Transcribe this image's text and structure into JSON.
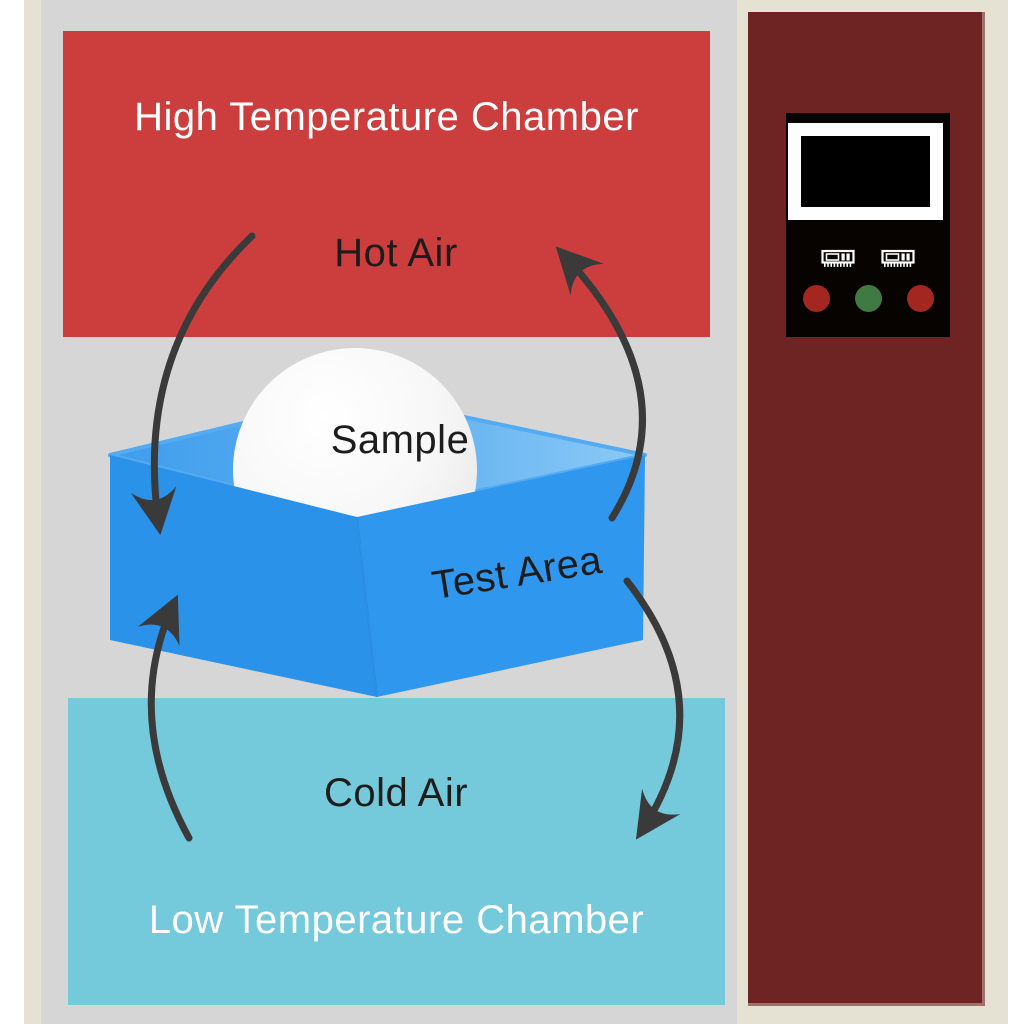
{
  "diagram": {
    "high_chamber": {
      "label": "High Temperature Chamber"
    },
    "hot_air": {
      "label": "Hot Air"
    },
    "sample": {
      "label": "Sample"
    },
    "test_area": {
      "label": "Test Area"
    },
    "cold_air": {
      "label": "Cold Air"
    },
    "low_chamber": {
      "label": "Low Temperature Chamber"
    }
  },
  "control_tower": {
    "screen_content": "",
    "icons": [
      "memory-chip-icon",
      "memory-chip-icon"
    ],
    "buttons": [
      "red",
      "green",
      "red"
    ]
  },
  "colors": {
    "page_bg": "#ffffff",
    "paper": "#e5e2d3",
    "diagram_bg": "#d6d6d6",
    "red_chamber": "#cc3e3e",
    "cold_chamber": "#74c9da",
    "box_front_left": "#2b92e9",
    "box_front_right": "#2f97ee",
    "box_inner_dark": "#3f9ded",
    "box_inner_light": "#8ccaf6",
    "box_rim": "#54abf1",
    "sphere": "#f5f5f5",
    "arrow": "#3a3a3a",
    "tower": "#6e2422",
    "tower_edge": "#a1706c",
    "panel": "#070300",
    "screen_frame": "#ffffff",
    "screen": "#000000",
    "button_red": "#a32720",
    "button_green": "#3e7a41",
    "chip_icon": "#ffffff",
    "label_dark": "#1c1c1c",
    "label_light": "#ffffff"
  }
}
